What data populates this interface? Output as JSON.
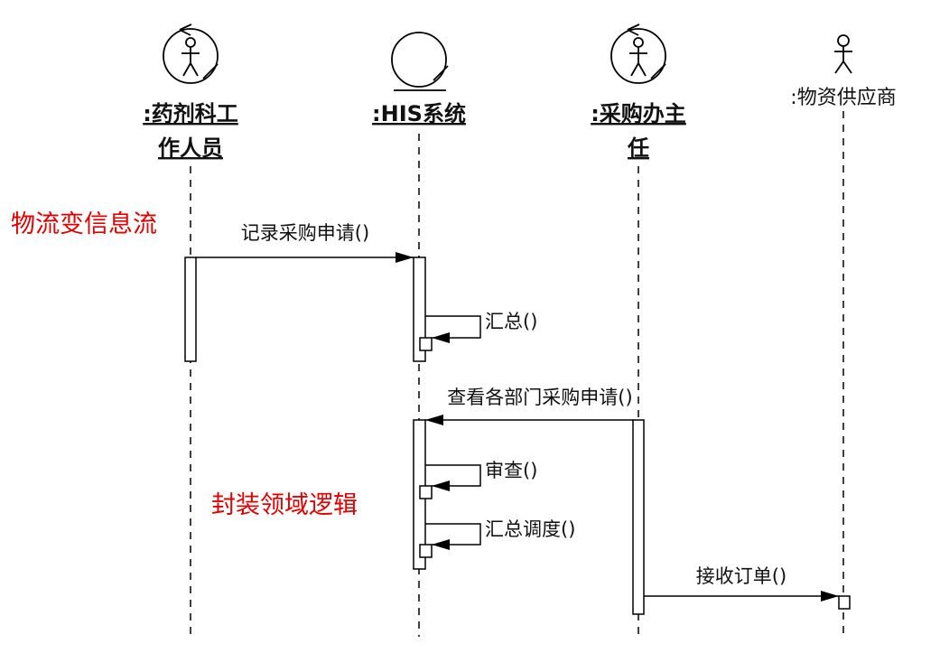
{
  "lifelines": {
    "pharmacy_staff": {
      "line1": ":药剂科工",
      "line2": "作人员",
      "stereotype": "control"
    },
    "his_system": {
      "label": ":HIS系统",
      "stereotype": "entity"
    },
    "purchasing_director": {
      "line1": ":采购办主",
      "line2": "任",
      "stereotype": "control"
    },
    "supplier": {
      "label": ":物资供应商",
      "stereotype": "actor"
    }
  },
  "messages": {
    "record_request": "记录采购申请()",
    "summarize": "汇总()",
    "view_requests": "查看各部门采购申请()",
    "review": "审查()",
    "summarize_dispatch": "汇总调度()",
    "receive_order": "接收订单()"
  },
  "annotations": {
    "flow_note": "物流变信息流",
    "encapsulation_note": "封装领域逻辑"
  },
  "colors": {
    "annotation": "#e60000",
    "line": "#000000"
  }
}
